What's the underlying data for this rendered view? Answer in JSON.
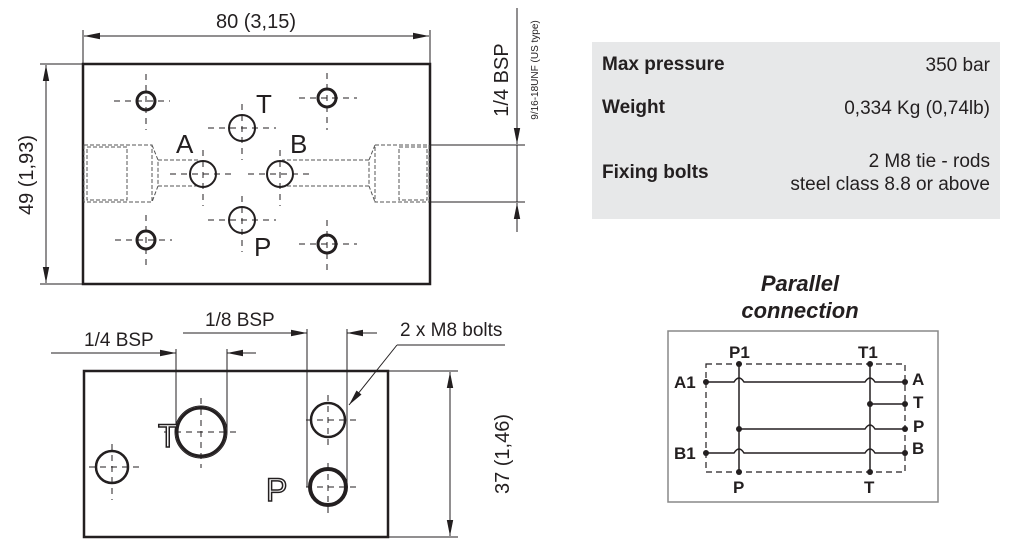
{
  "top_view": {
    "width_dim": "80 (3,15)",
    "height_dim": "49 (1,93)",
    "port_dim": "1/4 BSP",
    "port_dim_us": "9/16-18UNF (US type)",
    "port_labels": {
      "T": "T",
      "A": "A",
      "B": "B",
      "P": "P"
    }
  },
  "side_view": {
    "dim_quarter": "1/4 BSP",
    "dim_eighth": "1/8 BSP",
    "bolts_callout": "2 x M8 bolts",
    "height_dim": "37 (1,46)",
    "port_labels": {
      "T": "T",
      "P": "P"
    }
  },
  "specs": [
    {
      "label": "Max pressure",
      "value": [
        "350 bar"
      ]
    },
    {
      "label": "Weight",
      "value": [
        "0,334 Kg (0,74lb)"
      ]
    },
    {
      "label": "Fixing bolts",
      "value": [
        "2 M8 tie - rods",
        "steel class 8.8 or above"
      ]
    }
  ],
  "parallel": {
    "title_line1": "Parallel",
    "title_line2": "connection",
    "labels": {
      "P1": "P1",
      "T1": "T1",
      "A1": "A1",
      "B1": "B1",
      "A": "A",
      "T": "T",
      "P": "P",
      "B": "B",
      "P_bottom": "P",
      "T_bottom": "T"
    }
  },
  "colors": {
    "ink": "#231f20",
    "panel": "#e7e8e9"
  }
}
